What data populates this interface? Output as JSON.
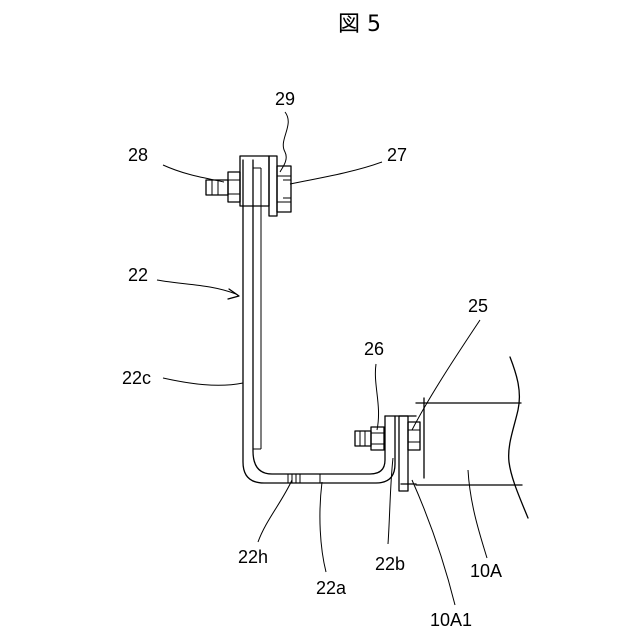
{
  "figure": {
    "title": "図 5"
  },
  "labels": {
    "l29": "29",
    "l28": "28",
    "l27": "27",
    "l22": "22",
    "l25": "25",
    "l26": "26",
    "l22c": "22c",
    "l22h": "22h",
    "l22a": "22a",
    "l22b": "22b",
    "l10A": "10A",
    "l10A1": "10A1"
  }
}
